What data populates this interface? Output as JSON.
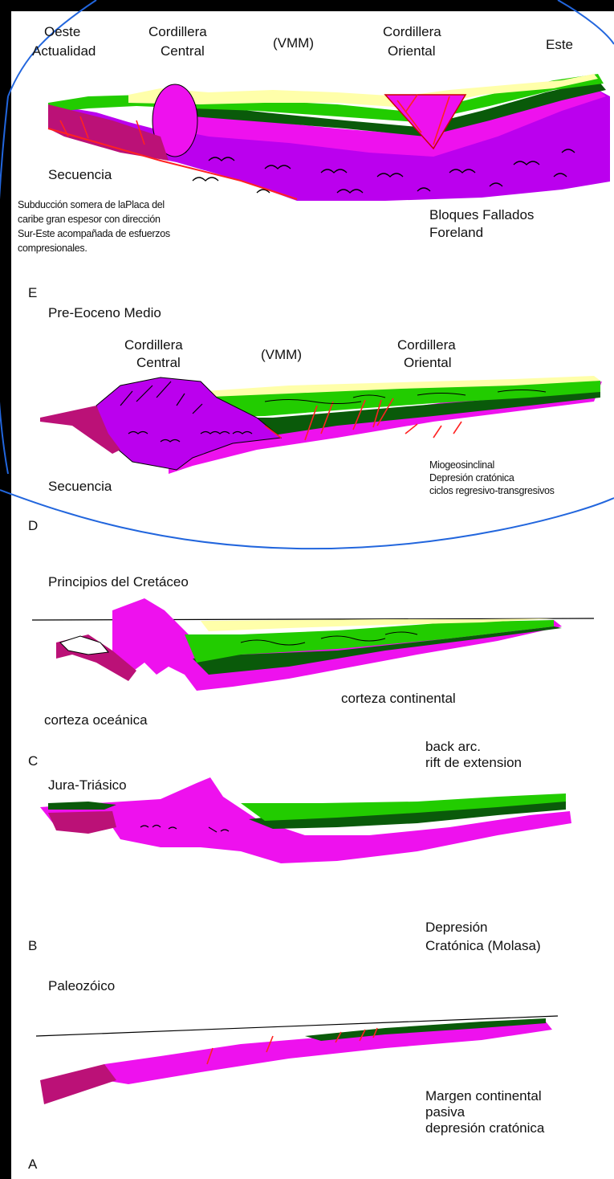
{
  "colors": {
    "border": "#000000",
    "magenta": "#ee11ee",
    "violet": "#bb00ee",
    "darkMagenta": "#bb1177",
    "green": "#22cc00",
    "lightGreen": "#88ee55",
    "darkGreen": "#0a5a0a",
    "paleYellow": "#ffffaa",
    "faultRed": "#ff2222",
    "ellipseBlue": "#2266dd"
  },
  "panelE": {
    "oeste": "Oeste",
    "actualidad": "Actualidad",
    "cordilleraCentral_1": "Cordillera",
    "cordilleraCentral_2": "Central",
    "vmm": "(VMM)",
    "cordilleraOriental_1": "Cordillera",
    "cordilleraOriental_2": "Oriental",
    "este": "Este",
    "secuencia": "Secuencia",
    "note_1": "Subducción somera de laPlaca del",
    "note_2": "caribe gran espesor con dirección",
    "note_3": "Sur-Este acompañada de esfuerzos",
    "note_4": "compresionales.",
    "bloques_1": "Bloques Fallados",
    "bloques_2": "Foreland",
    "letter": "E"
  },
  "panelD": {
    "title": "Pre-Eoceno Medio",
    "cordilleraCentral_1": "Cordillera",
    "cordilleraCentral_2": "Central",
    "vmm": "(VMM)",
    "cordilleraOriental_1": "Cordillera",
    "cordilleraOriental_2": "Oriental",
    "secuencia": "Secuencia",
    "note_1": "Miogeosinclinal",
    "note_2": "Depresión cratónica",
    "note_3": "ciclos regresivo-transgresivos",
    "letter": "D"
  },
  "panelC": {
    "title": "Principios del Cretáceo",
    "cortezaOceanica": "corteza oceánica",
    "cortezaContinental": "corteza continental",
    "note_1": "back arc.",
    "note_2": "rift de extension",
    "letter": "C"
  },
  "panelB": {
    "title": "Jura-Triásico",
    "note_1": "Depresión",
    "note_2": "Cratónica (Molasa)",
    "letter": "B"
  },
  "panelA": {
    "title": "Paleozóico",
    "note_1": "Margen continental",
    "note_2": "pasiva",
    "note_3": "depresión cratónica",
    "letter": "A"
  }
}
